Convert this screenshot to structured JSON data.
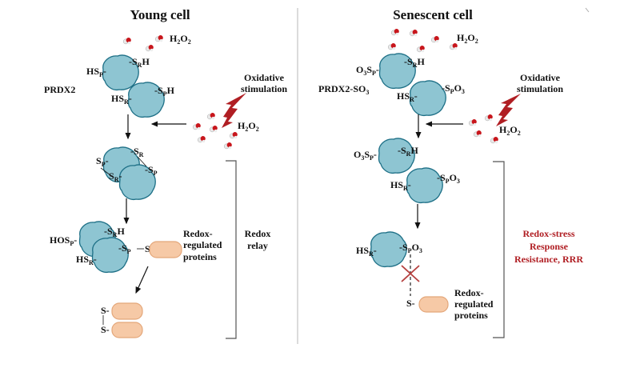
{
  "panels": {
    "young": {
      "title": "Young cell",
      "protein_label": "PRDX2",
      "h2o2_top": "H2O2",
      "stimulus_label_line1": "Oxidative",
      "stimulus_label_line2": "stimulation",
      "h2o2_stim": "H2O2",
      "bracket_label_line1": "Redox",
      "bracket_label_line2": "relay",
      "target_label_line1": "Redox-",
      "target_label_line2": "regulated",
      "target_label_line3": "proteins"
    },
    "senescent": {
      "title": "Senescent cell",
      "protein_label": "PRDX2-SO3",
      "h2o2_top": "H2O2",
      "stimulus_label_line1": "Oxidative",
      "stimulus_label_line2": "stimulation",
      "h2o2_stim": "H2O2",
      "bracket_label_line1": "Redox-stress",
      "bracket_label_line2": "Response",
      "bracket_label_line3": "Resistance, RRR",
      "target_label_line1": "Redox-",
      "target_label_line2": "regulated",
      "target_label_line3": "proteins"
    }
  },
  "colors": {
    "prdx_fill": "#8ec5d2",
    "prdx_stroke": "#1d6f86",
    "redox_protein_fill": "#f6c9a6",
    "bolt": "#b01e23",
    "rrr_text": "#b01e23",
    "block_x": "#b5403f"
  }
}
